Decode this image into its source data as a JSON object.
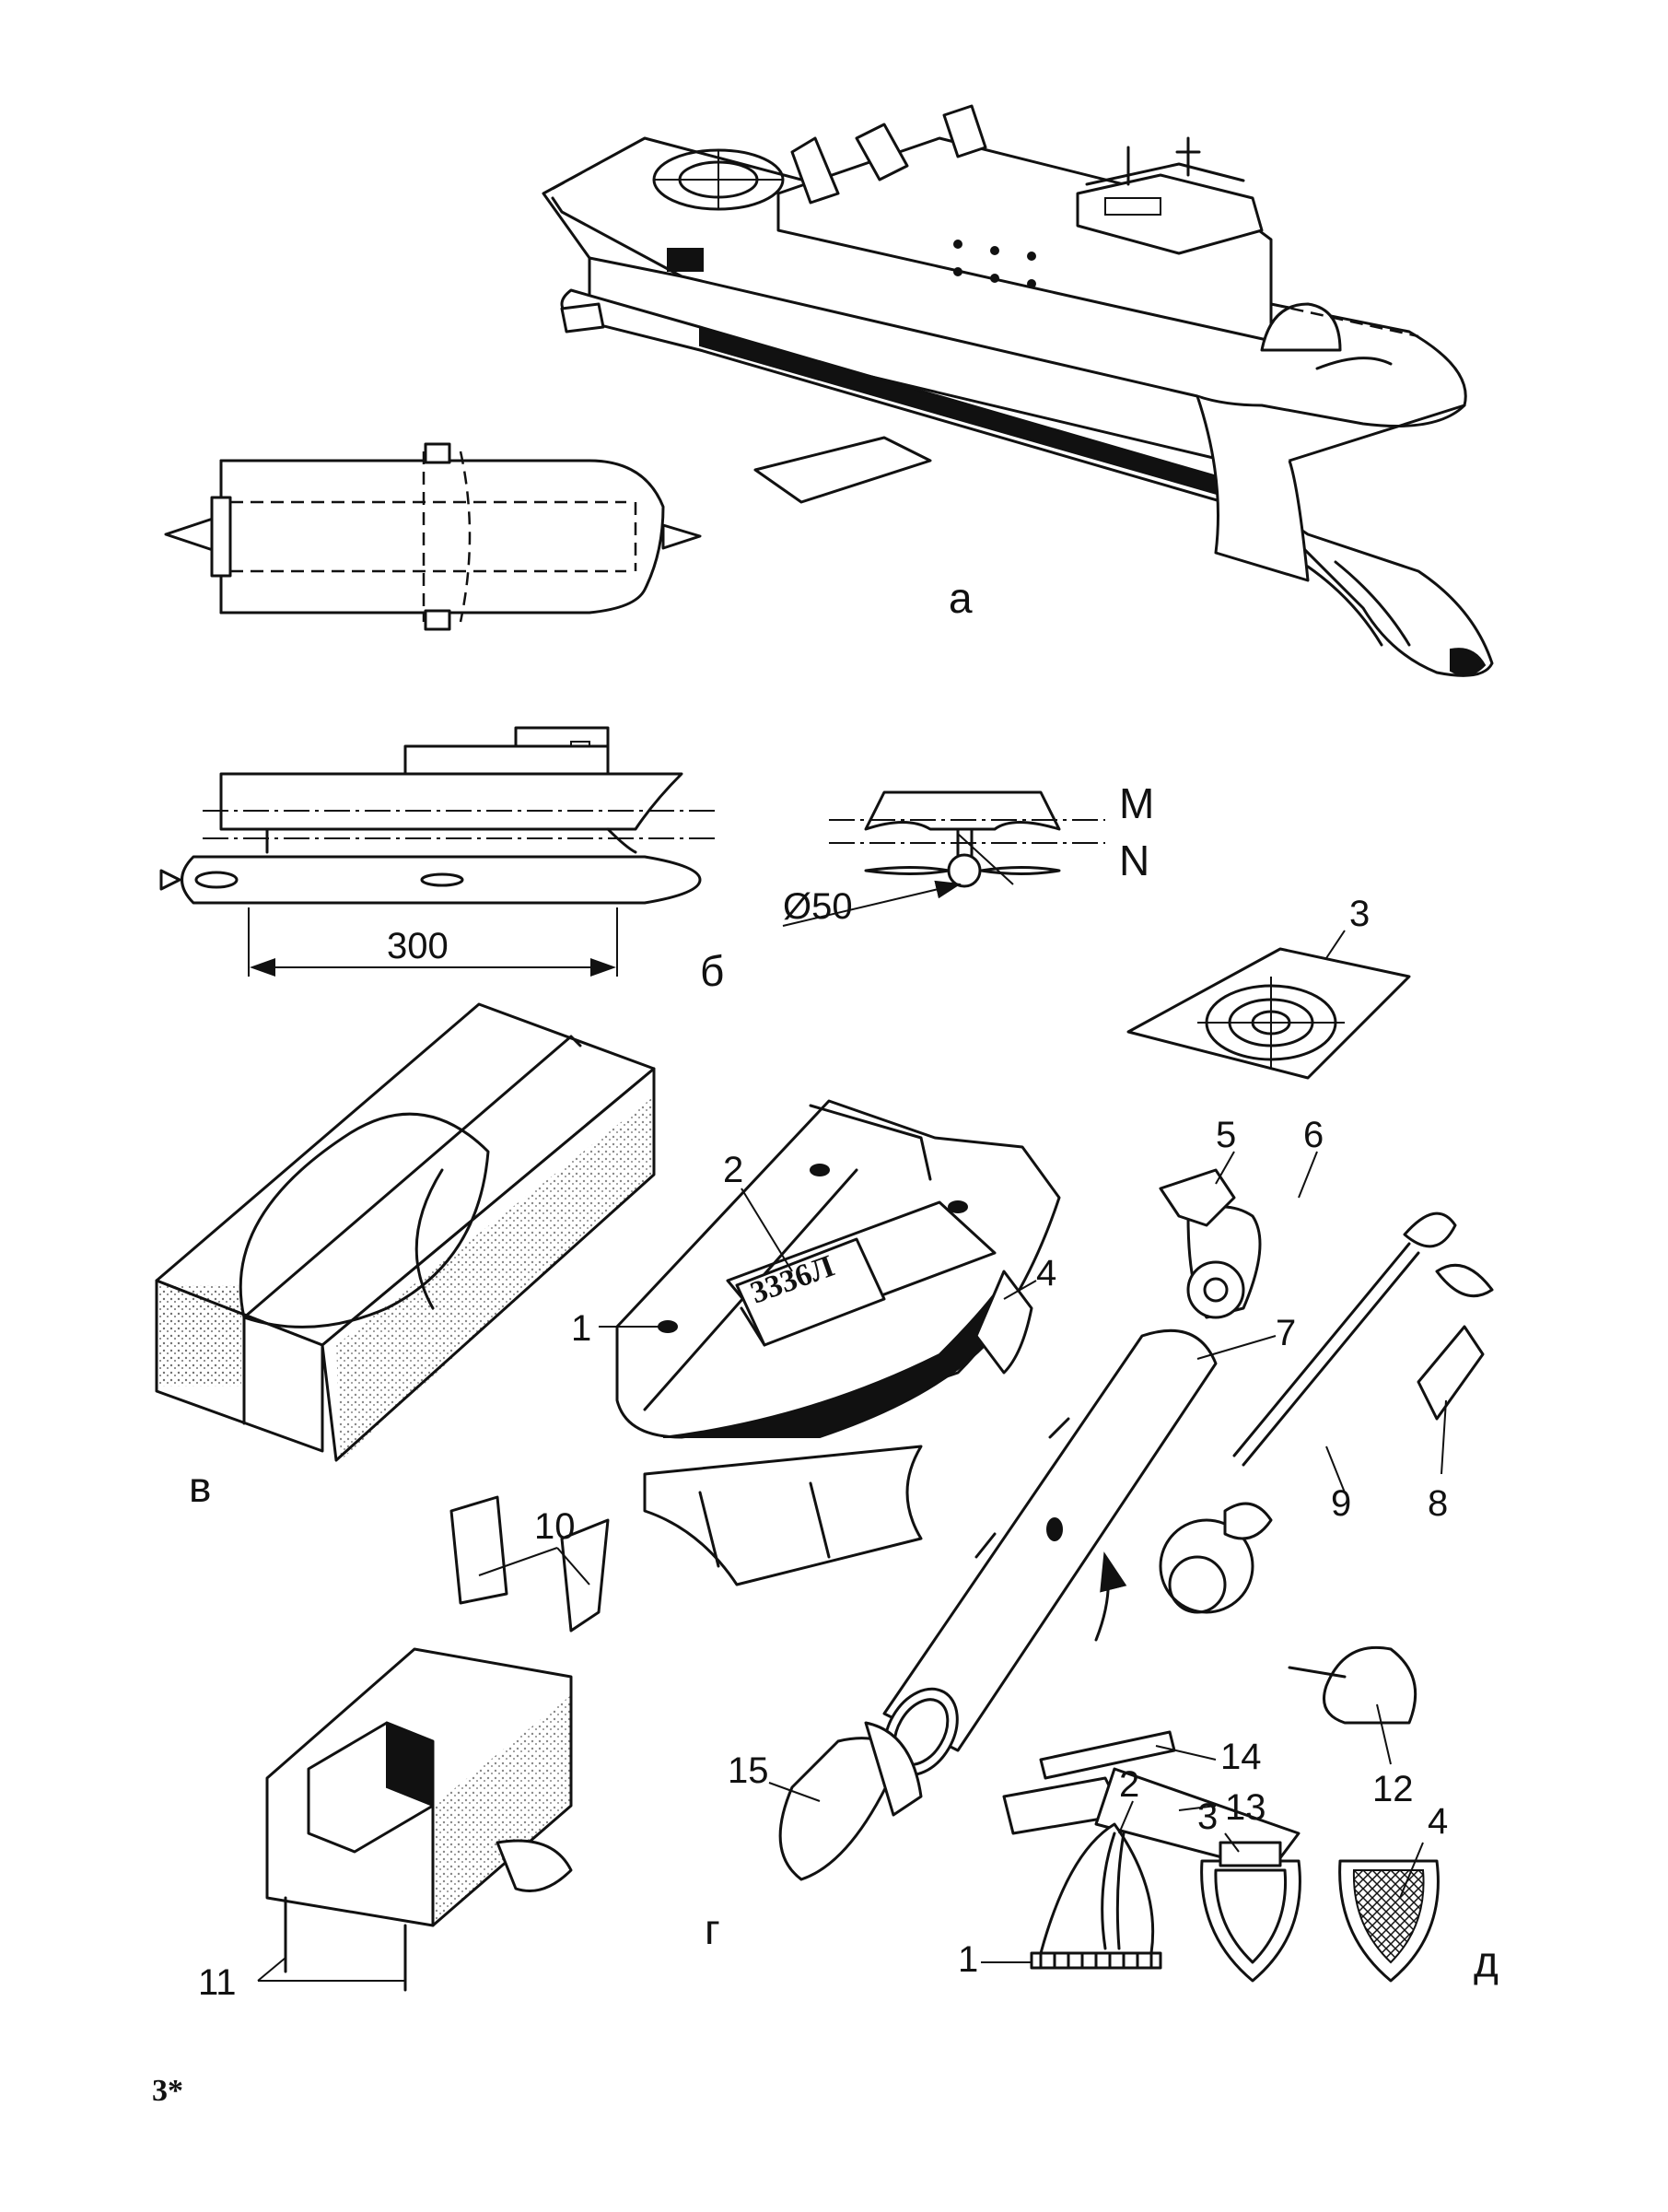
{
  "figure": {
    "panel_labels": {
      "a": "а",
      "b": "б",
      "v": "в",
      "g": "г",
      "d": "д"
    },
    "dimension_length": "300",
    "dimension_diameter": "Ø50",
    "line_labels": {
      "m": "M",
      "n": "N"
    },
    "motor_marking": "3336Л",
    "part_numbers": {
      "p1": "1",
      "p2": "2",
      "p3": "3",
      "p4": "4",
      "p5": "5",
      "p6": "6",
      "p7": "7",
      "p8": "8",
      "p9": "9",
      "p10": "10",
      "p11": "11",
      "p12": "12",
      "p13": "13",
      "p14": "14",
      "p15": "15"
    },
    "detail_numbers": {
      "d1": "1",
      "d2": "2",
      "d3": "3",
      "d4": "4"
    },
    "page_number": "3*"
  }
}
